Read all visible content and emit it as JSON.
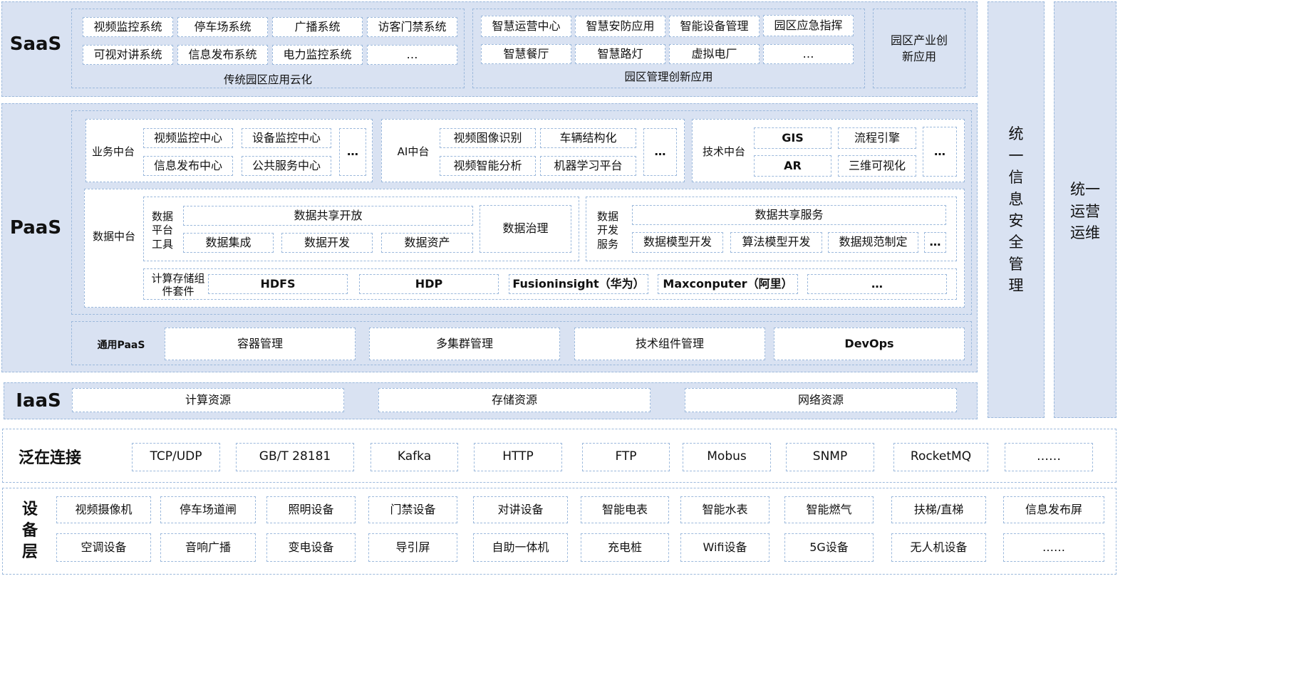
{
  "saas": {
    "label": "SaaS",
    "traditional": {
      "caption": "传统园区应用云化",
      "items": [
        "视频监控系统",
        "停车场系统",
        "广播系统",
        "访客门禁系统",
        "可视对讲系统",
        "信息发布系统",
        "电力监控系统",
        "…"
      ]
    },
    "management": {
      "caption": "园区管理创新应用",
      "items": [
        "智慧运营中心",
        "智慧安防应用",
        "智能设备管理",
        "园区应急指挥",
        "智慧餐厅",
        "智慧路灯",
        "虚拟电厂",
        "…"
      ]
    },
    "industry": {
      "label": "园区产业创新应用"
    }
  },
  "paas": {
    "label": "PaaS",
    "business": {
      "label": "业务中台",
      "items": [
        "视频监控中心",
        "设备监控中心",
        "信息发布中心",
        "公共服务中心"
      ],
      "more": "…"
    },
    "ai": {
      "label": "AI中台",
      "items": [
        "视频图像识别",
        "车辆结构化",
        "视频智能分析",
        "机器学习平台"
      ],
      "more": "…"
    },
    "tech": {
      "label": "技术中台",
      "items": [
        "GIS",
        "流程引擎",
        "AR",
        "三维可视化"
      ],
      "more": "…"
    },
    "data": {
      "label": "数据中台",
      "tools": {
        "label": "数据平台工具",
        "share": "数据共享开放",
        "items": [
          "数据集成",
          "数据开发",
          "数据资产"
        ],
        "governance": "数据治理"
      },
      "dev": {
        "label": "数据开发服务",
        "share": "数据共享服务",
        "items": [
          "数据模型开发",
          "算法模型开发",
          "数据规范制定"
        ],
        "more": "…"
      },
      "storage": {
        "label": "计算存储组件套件",
        "items": [
          "HDFS",
          "HDP",
          "Fusioninsight（华为）",
          "Maxconputer（阿里）",
          "…"
        ]
      }
    },
    "general": {
      "label": "通用PaaS",
      "items": [
        "容器管理",
        "多集群管理",
        "技术组件管理",
        "DevOps"
      ]
    }
  },
  "iaas": {
    "label": "IaaS",
    "items": [
      "计算资源",
      "存储资源",
      "网络资源"
    ]
  },
  "side": {
    "security": "统一信息安全管理",
    "ops": "统一运营运维"
  },
  "connect": {
    "label": "泛在连接",
    "items": [
      "TCP/UDP",
      "GB/T 28181",
      "Kafka",
      "HTTP",
      "FTP",
      "Mobus",
      "SNMP",
      "RocketMQ",
      "……"
    ]
  },
  "devices": {
    "label": "设备层",
    "row1": [
      "视频摄像机",
      "停车场道闸",
      "照明设备",
      "门禁设备",
      "对讲设备",
      "智能电表",
      "智能水表",
      "智能燃气",
      "扶梯/直梯",
      "信息发布屏"
    ],
    "row2": [
      "空调设备",
      "音响广播",
      "变电设备",
      "导引屏",
      "自助一体机",
      "充电桩",
      "Wifi设备",
      "5G设备",
      "无人机设备",
      "……"
    ]
  },
  "colors": {
    "panel": "#d9e2f2",
    "border": "#9cb9dc",
    "box": "#ffffff"
  }
}
